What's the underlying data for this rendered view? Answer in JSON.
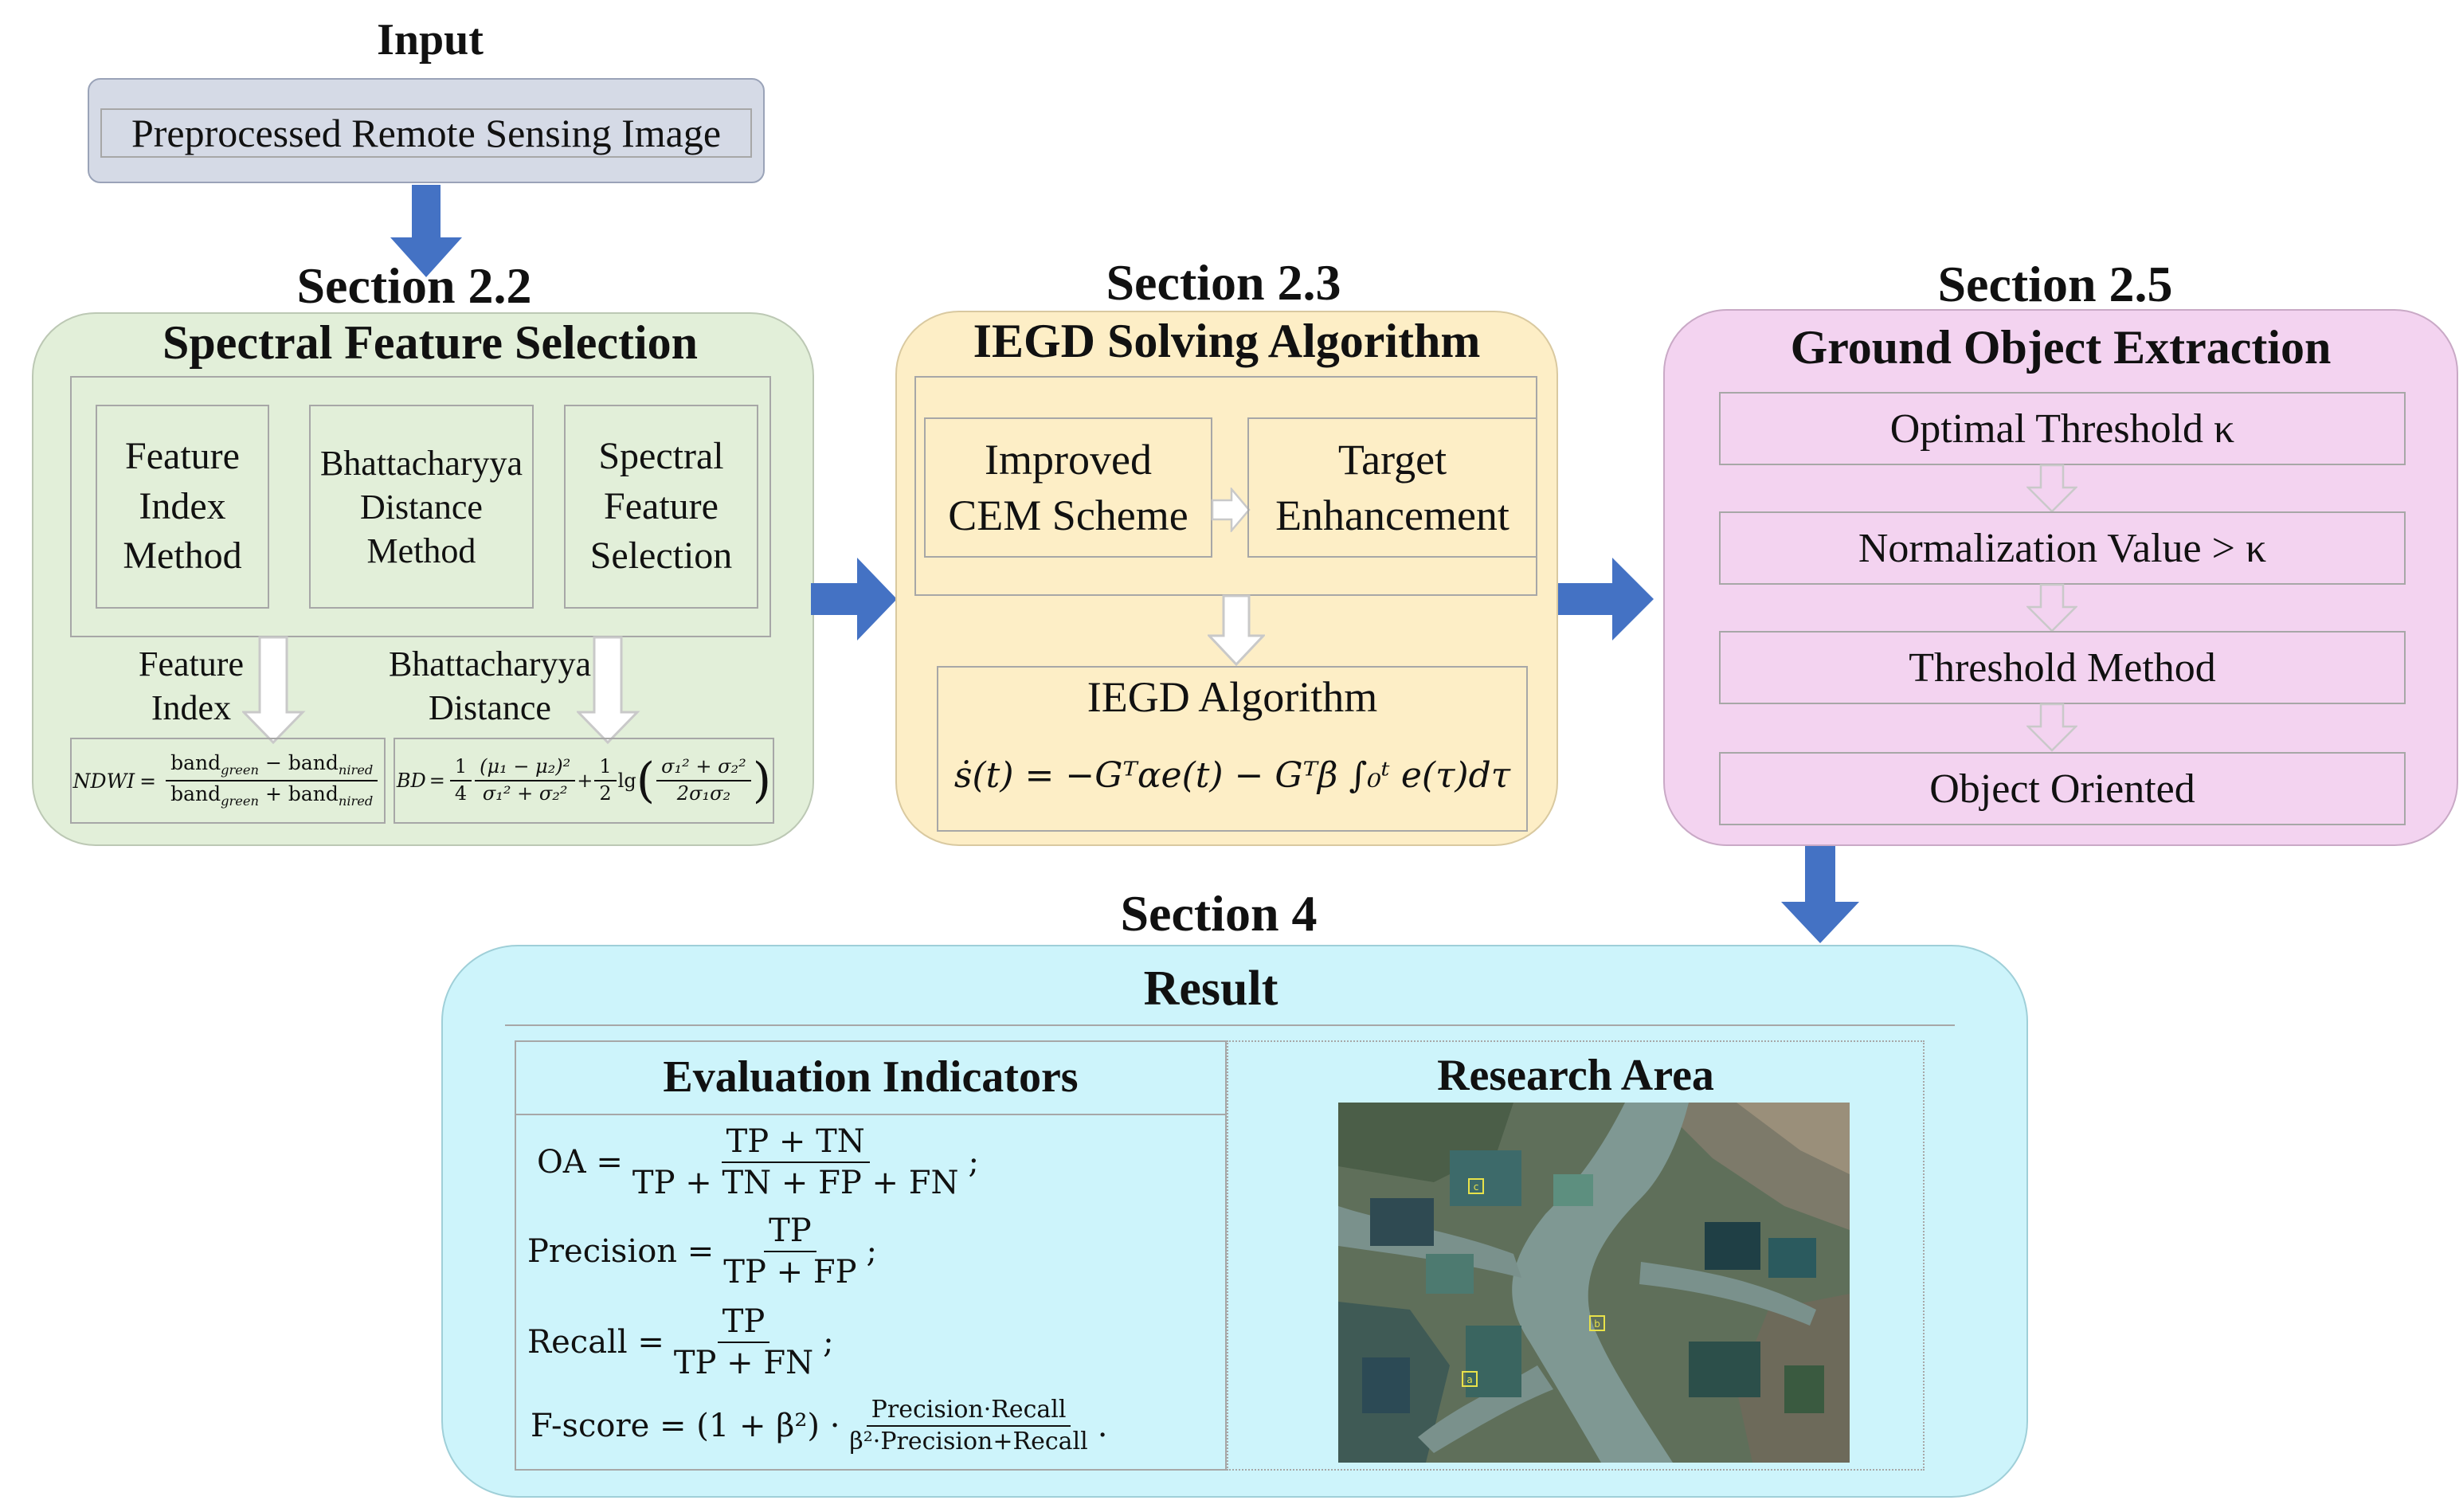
{
  "input": {
    "heading": "Input",
    "box_label": "Preprocessed Remote Sensing Image"
  },
  "section22": {
    "heading": "Section 2.2",
    "title": "Spectral Feature Selection",
    "boxes": [
      "Feature\nIndex\nMethod",
      "Bhattacharyya\nDistance\nMethod",
      "Spectral\nFeature\nSelection"
    ],
    "arrow_labels": [
      "Feature\nIndex",
      "Bhattacharyya\nDistance"
    ],
    "ndwi": {
      "lhs": "NDWI",
      "num_a": "band",
      "num_a_sub": "green",
      "minus": "−",
      "num_b": "band",
      "num_b_sub": "nired",
      "den_a": "band",
      "den_a_sub": "green",
      "plus": "+",
      "den_b": "band",
      "den_b_sub": "nired"
    },
    "bd": {
      "lhs": "BD",
      "f1_num": "1",
      "f1_den": "4",
      "f2_num": "(μ₁ − μ₂)²",
      "f2_den": "σ₁² + σ₂²",
      "plus": "+",
      "f3_num": "1",
      "f3_den": "2",
      "lg": "lg",
      "f4_num": "σ₁² + σ₂²",
      "f4_den": "2σ₁σ₂"
    }
  },
  "section23": {
    "heading": "Section 2.3",
    "title": "IEGD Solving Algorithm",
    "box1": "Improved\nCEM Scheme",
    "box2": "Target\nEnhancement",
    "algo_title": "IEGD Algorithm",
    "equation": "ṡ(t) = −Gᵀαe(t) − Gᵀβ ∫₀ᵗ e(τ)dτ"
  },
  "section25": {
    "heading": "Section 2.5",
    "title": "Ground Object Extraction",
    "steps": [
      "Optimal Threshold κ",
      "Normalization Value > κ",
      "Threshold Method",
      "Object Oriented"
    ]
  },
  "section4": {
    "heading": "Section 4",
    "title": "Result",
    "eval_title": "Evaluation Indicators",
    "research_title": "Research Area",
    "formulas": {
      "oa": {
        "lhs": "OA =",
        "num": "TP + TN",
        "den": "TP + TN + FP + FN",
        "end": ";"
      },
      "precision": {
        "lhs": "Precision =",
        "num": "TP",
        "den": "TP + FP",
        "end": ";"
      },
      "recall": {
        "lhs": "Recall =",
        "num": "TP",
        "den": "TP + FN",
        "end": ";"
      },
      "fscore": {
        "lhs": "F-score = (1 + β²) ·",
        "num": "Precision·Recall",
        "den": "β²·Precision+Recall",
        "end": "."
      }
    },
    "map_markers": [
      "c",
      "b",
      "a"
    ]
  },
  "colors": {
    "input_fill": "#d5dae6",
    "green_fill": "#e2efd9",
    "yellow_fill": "#fdeec6",
    "pink_fill": "#f3d3f0",
    "cyan_fill": "#cdf4fb",
    "arrow_blue": "#4472c4",
    "hollow_arrow": "#c9c9c9"
  }
}
